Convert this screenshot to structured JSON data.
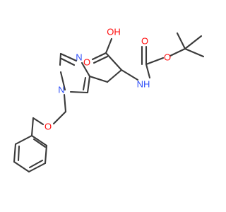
{
  "colors": {
    "bond": "#3a3a3a",
    "oxygen": "#ff0d0d",
    "nitrogen": "#3050f8",
    "carbon": "#3a3a3a",
    "background": "#ffffff"
  },
  "atoms": {
    "acid_oh": "OH",
    "acid_o": "O",
    "amide_nh": "NH",
    "carbamate_o_double": "O",
    "carbamate_o_ester": "O",
    "imidazole_n3": "N",
    "imidazole_n1": "N",
    "ether_o": "O"
  }
}
